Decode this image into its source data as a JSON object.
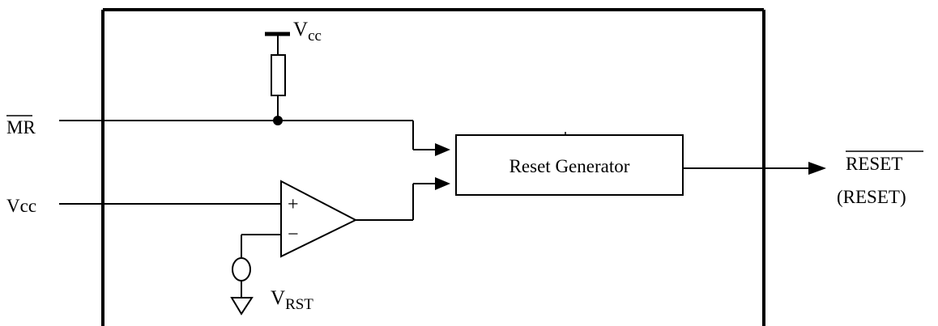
{
  "inputs": {
    "mr": "MR",
    "vcc": "Vcc"
  },
  "supply": {
    "v": "V",
    "sub": "cc"
  },
  "block": {
    "label": "Reset Generator"
  },
  "comparator": {
    "plus": "+",
    "minus": "−"
  },
  "reference": {
    "v": "V",
    "sub": "RST"
  },
  "output": {
    "reset_bar": "RESET",
    "reset_alt": "(RESET)"
  },
  "colors": {
    "stroke": "#000000",
    "background": "#ffffff"
  }
}
